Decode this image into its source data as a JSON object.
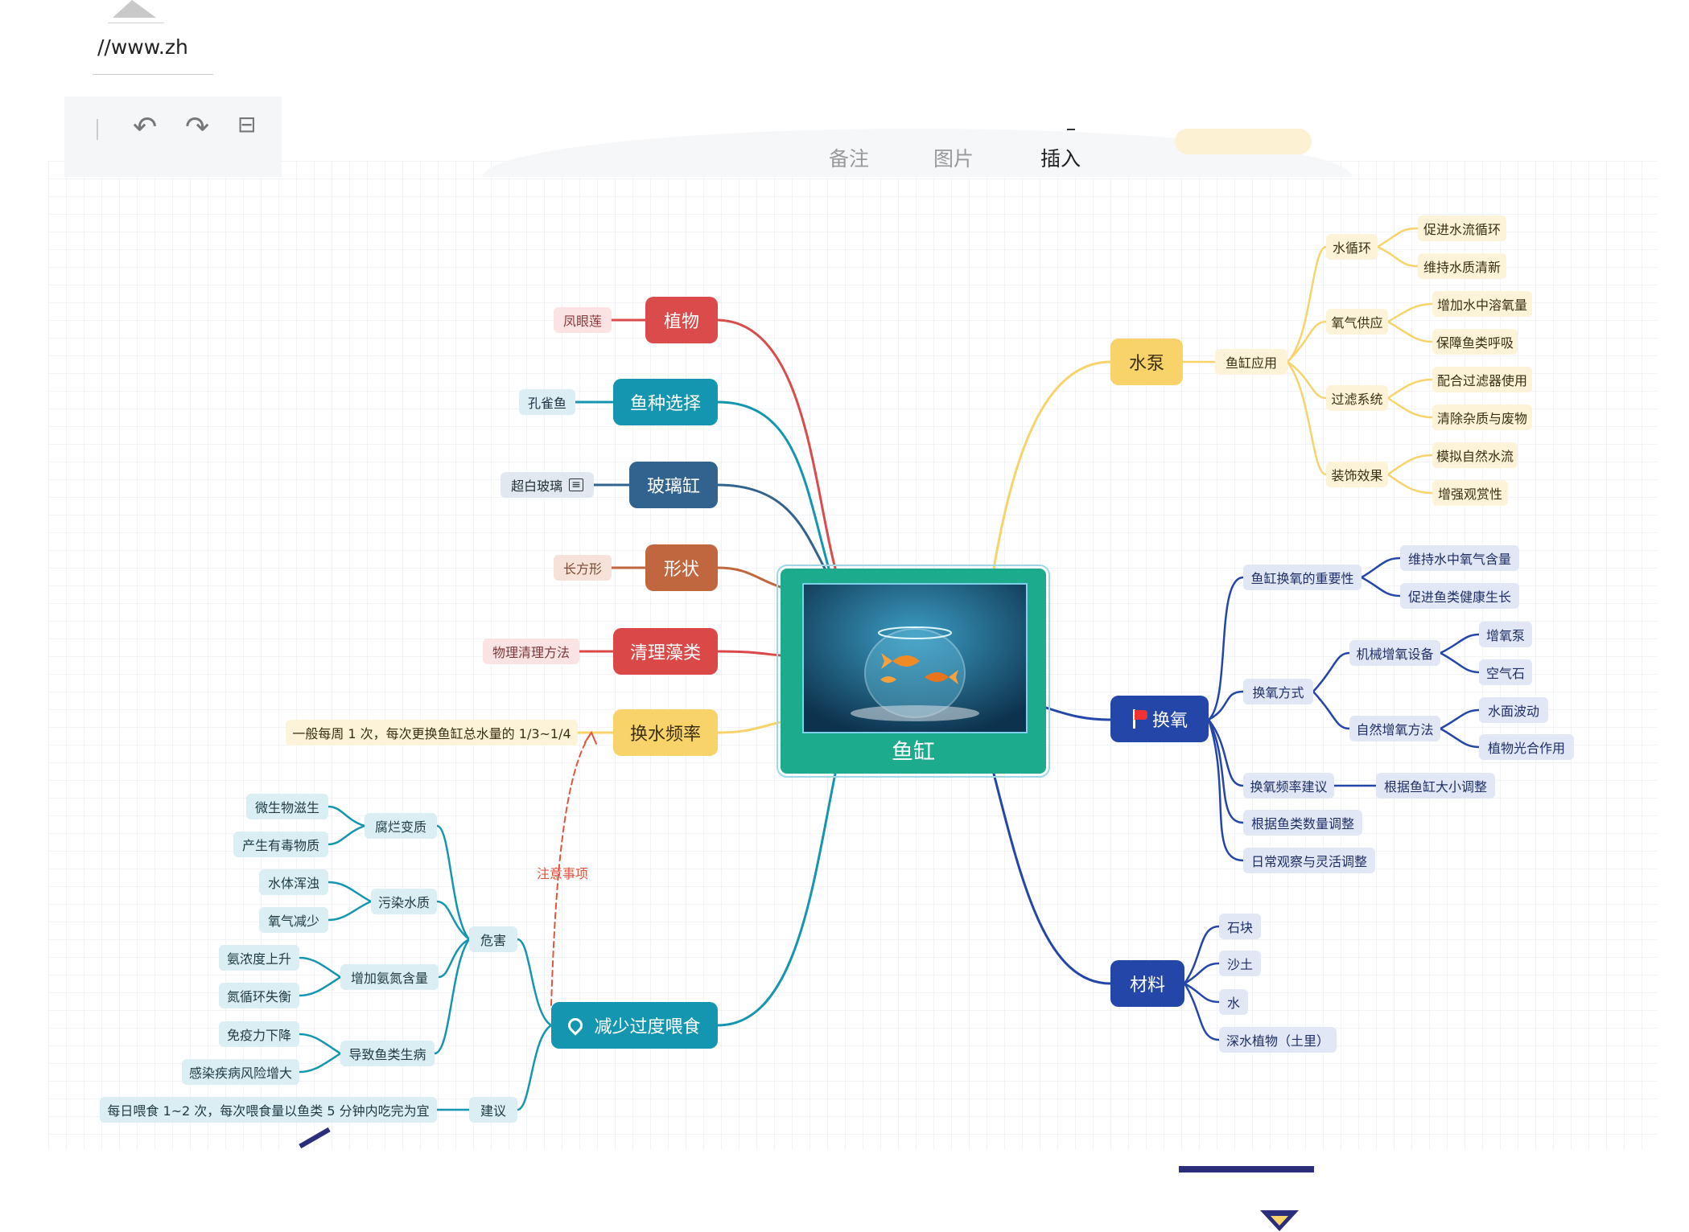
{
  "browser": {
    "url": "//www.zh"
  },
  "toolbar": {
    "tabs": [
      "备注",
      "图片",
      "插入"
    ],
    "active_tab": "插入"
  },
  "center": {
    "label": "鱼缸"
  },
  "note": "注意事项",
  "left": {
    "plants": {
      "label": "植物",
      "child": "凤眼莲"
    },
    "species": {
      "label": "鱼种选择",
      "child": "孔雀鱼"
    },
    "glass": {
      "label": "玻璃缸",
      "child": "超白玻璃"
    },
    "shape": {
      "label": "形状",
      "child": "长方形"
    },
    "algae": {
      "label": "清理藻类",
      "child": "物理清理方法"
    },
    "water_change": {
      "label": "换水频率",
      "child": "一般每周 1 次，每次更换鱼缸总水量的 1/3~1/4"
    },
    "feeding": {
      "label": "减少过度喂食",
      "harm": {
        "label": "危害",
        "groups": [
          {
            "label": "腐烂变质",
            "items": [
              "微生物滋生",
              "产生有毒物质"
            ]
          },
          {
            "label": "污染水质",
            "items": [
              "水体浑浊",
              "氧气减少"
            ]
          },
          {
            "label": "增加氨氮含量",
            "items": [
              "氨浓度上升",
              "氮循环失衡"
            ]
          },
          {
            "label": "导致鱼类生病",
            "items": [
              "免疫力下降",
              "感染疾病风险增大"
            ]
          }
        ]
      },
      "advice": {
        "label": "建议",
        "item": "每日喂食 1~2 次，每次喂食量以鱼类 5 分钟内吃完为宜"
      }
    }
  },
  "right": {
    "pump": {
      "label": "水泵",
      "app": "鱼缸应用",
      "groups": [
        {
          "label": "水循环",
          "items": [
            "促进水流循环",
            "维持水质清新"
          ]
        },
        {
          "label": "氧气供应",
          "items": [
            "增加水中溶氧量",
            "保障鱼类呼吸"
          ]
        },
        {
          "label": "过滤系统",
          "items": [
            "配合过滤器使用",
            "清除杂质与废物"
          ]
        },
        {
          "label": "装饰效果",
          "items": [
            "模拟自然水流",
            "增强观赏性"
          ]
        }
      ]
    },
    "oxygen": {
      "label": "换氧",
      "importance": {
        "label": "鱼缸换氧的重要性",
        "items": [
          "维持水中氧气含量",
          "促进鱼类健康生长"
        ]
      },
      "method": {
        "label": "换氧方式",
        "mechanical": {
          "label": "机械增氧设备",
          "items": [
            "增氧泵",
            "空气石"
          ]
        },
        "natural": {
          "label": "自然增氧方法",
          "items": [
            "水面波动",
            "植物光合作用"
          ]
        }
      },
      "freq": {
        "label": "换氧频率建议",
        "item": "根据鱼缸大小调整"
      },
      "by_fish": "根据鱼类数量调整",
      "observe": "日常观察与灵活调整"
    },
    "materials": {
      "label": "材料",
      "items": [
        "石块",
        "沙土",
        "水",
        "深水植物（土里）"
      ]
    }
  },
  "colors": {
    "plants": "#dc4b4b",
    "species": "#1596b0",
    "glass": "#32638f",
    "shape": "#c0673f",
    "algae": "#db4848",
    "water_change": "#f8d36a",
    "feeding": "#1596b0",
    "pump": "#f8d36a",
    "oxygen": "#2446a8",
    "materials": "#2446a8",
    "center": "#1dab8d"
  }
}
